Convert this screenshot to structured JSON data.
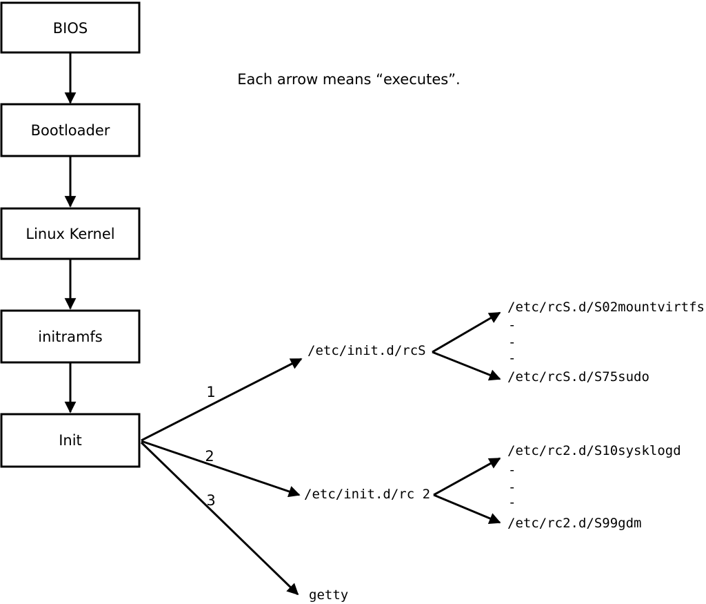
{
  "note": "Each arrow means “executes”.",
  "colors": {
    "background": "#ffffff",
    "line": "#000000",
    "text": "#000000",
    "box_fill": "#ffffff"
  },
  "boot_chain": [
    {
      "label": "BIOS"
    },
    {
      "label": "Bootloader"
    },
    {
      "label": "Linux Kernel"
    },
    {
      "label": "initramfs"
    },
    {
      "label": "Init"
    }
  ],
  "branches": [
    {
      "number": "1",
      "target": "/etc/init.d/rcS",
      "children": [
        "/etc/rcS.d/S02mountvirtfs",
        "-",
        "-",
        "-",
        "/etc/rcS.d/S75sudo"
      ]
    },
    {
      "number": "2",
      "target": "/etc/init.d/rc 2",
      "children": [
        "/etc/rc2.d/S10sysklogd",
        "-",
        "-",
        "-",
        "/etc/rc2.d/S99gdm"
      ]
    },
    {
      "number": "3",
      "target": "getty",
      "children": []
    }
  ]
}
